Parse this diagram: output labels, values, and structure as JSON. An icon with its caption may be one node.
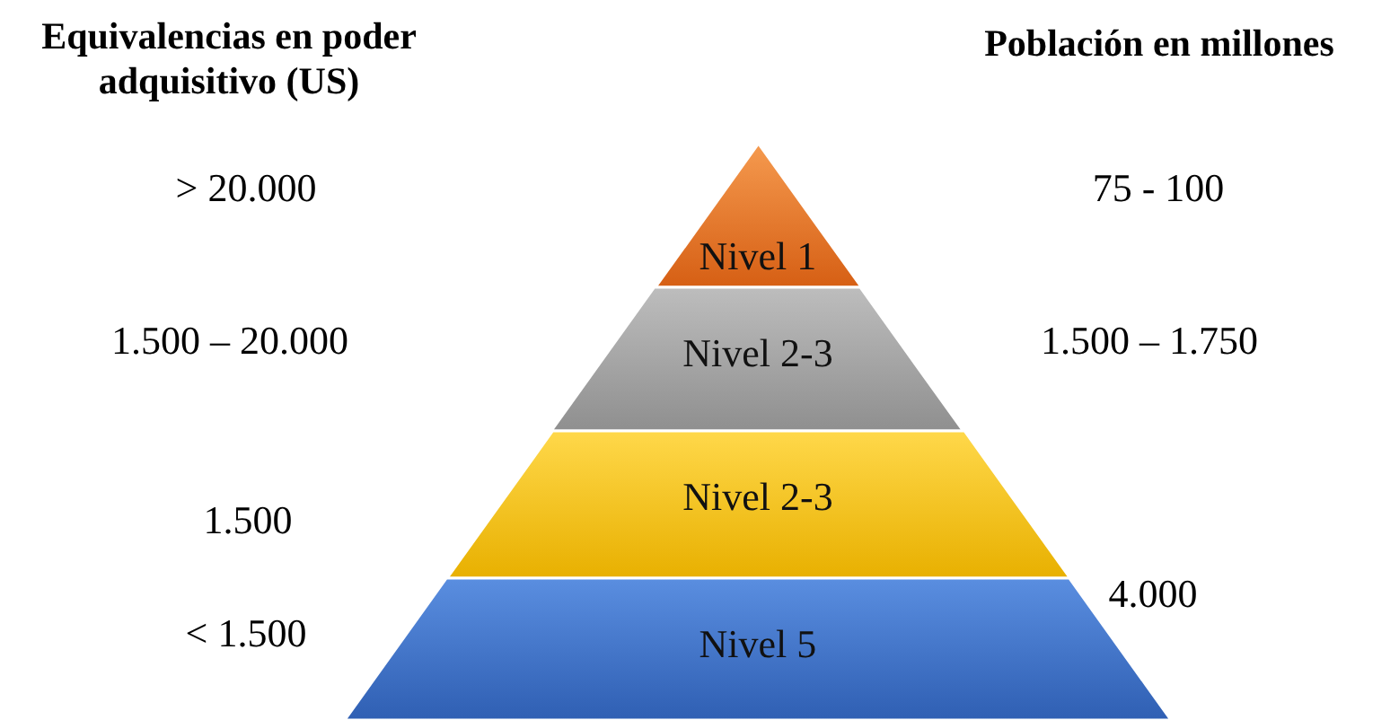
{
  "diagram": {
    "nodes": [
      {
        "text": [
          "Nivel 1"
        ]
      },
      {
        "text": [
          "Nivel 2-3"
        ]
      },
      {
        "text": [
          "Nivel 2-3"
        ]
      },
      {
        "text": [
          "Nivel 5"
        ]
      }
    ],
    "labels": [
      "Equivalencias en poder adquisitivo (US)",
      "Población en millones",
      "> 20.000",
      "75 - 100",
      "1.500 – 20.000",
      "1.500 – 1.750",
      "1.500",
      "4.000",
      "< 1.500"
    ]
  }
}
